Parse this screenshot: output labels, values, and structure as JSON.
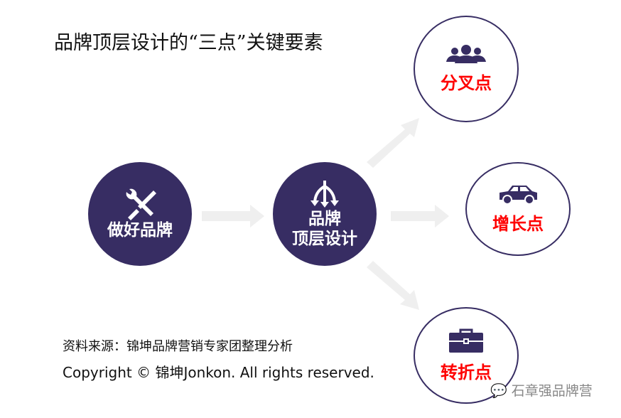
{
  "title": "品牌顶层设计的“三点”关键要素",
  "nodes": {
    "start": {
      "label": "做好品牌",
      "icon": "tools-icon"
    },
    "center": {
      "line1": "品牌",
      "line2": "顶层设计",
      "icon": "split-arrows-icon"
    },
    "top": {
      "label": "分叉点",
      "icon": "people-icon"
    },
    "middle": {
      "label": "增长点",
      "icon": "car-icon"
    },
    "bottom": {
      "label": "转折点",
      "icon": "briefcase-icon"
    }
  },
  "source": "资料来源：锦坤品牌营销专家团整理分析",
  "copyright": "Copyright © 锦坤Jonkon. All rights reserved.",
  "watermark": "石章强品牌营",
  "colors": {
    "primary": "#372d63",
    "accent": "#ff0000",
    "arrow": "#efefef"
  }
}
